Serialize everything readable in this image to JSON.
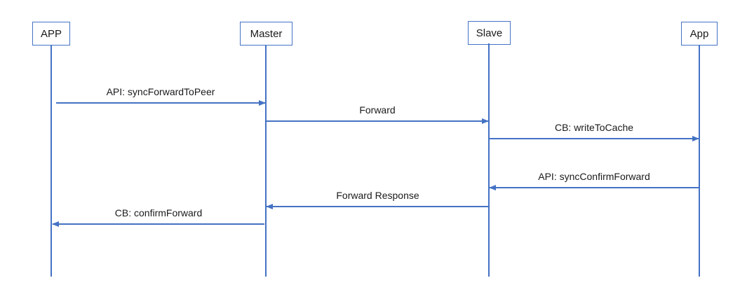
{
  "diagram": {
    "type": "sequence-diagram",
    "colors": {
      "line": "#4472C4",
      "text": "#1a1a1a",
      "background": "#FFFFFF"
    },
    "actors": [
      {
        "label": "APP"
      },
      {
        "label": "Master"
      },
      {
        "label": "Slave"
      },
      {
        "label": "App"
      }
    ],
    "messages": [
      {
        "label": "API: syncForwardToPeer",
        "from": "APP",
        "to": "Master",
        "direction": "right"
      },
      {
        "label": "Forward",
        "from": "Master",
        "to": "Slave",
        "direction": "right"
      },
      {
        "label": "CB: writeToCache",
        "from": "Slave",
        "to": "App",
        "direction": "right"
      },
      {
        "label": "API: syncConfirmForward",
        "from": "App",
        "to": "Slave",
        "direction": "left"
      },
      {
        "label": "Forward Response",
        "from": "Slave",
        "to": "Master",
        "direction": "left"
      },
      {
        "label": "CB: confirmForward",
        "from": "Master",
        "to": "APP",
        "direction": "left"
      }
    ]
  }
}
